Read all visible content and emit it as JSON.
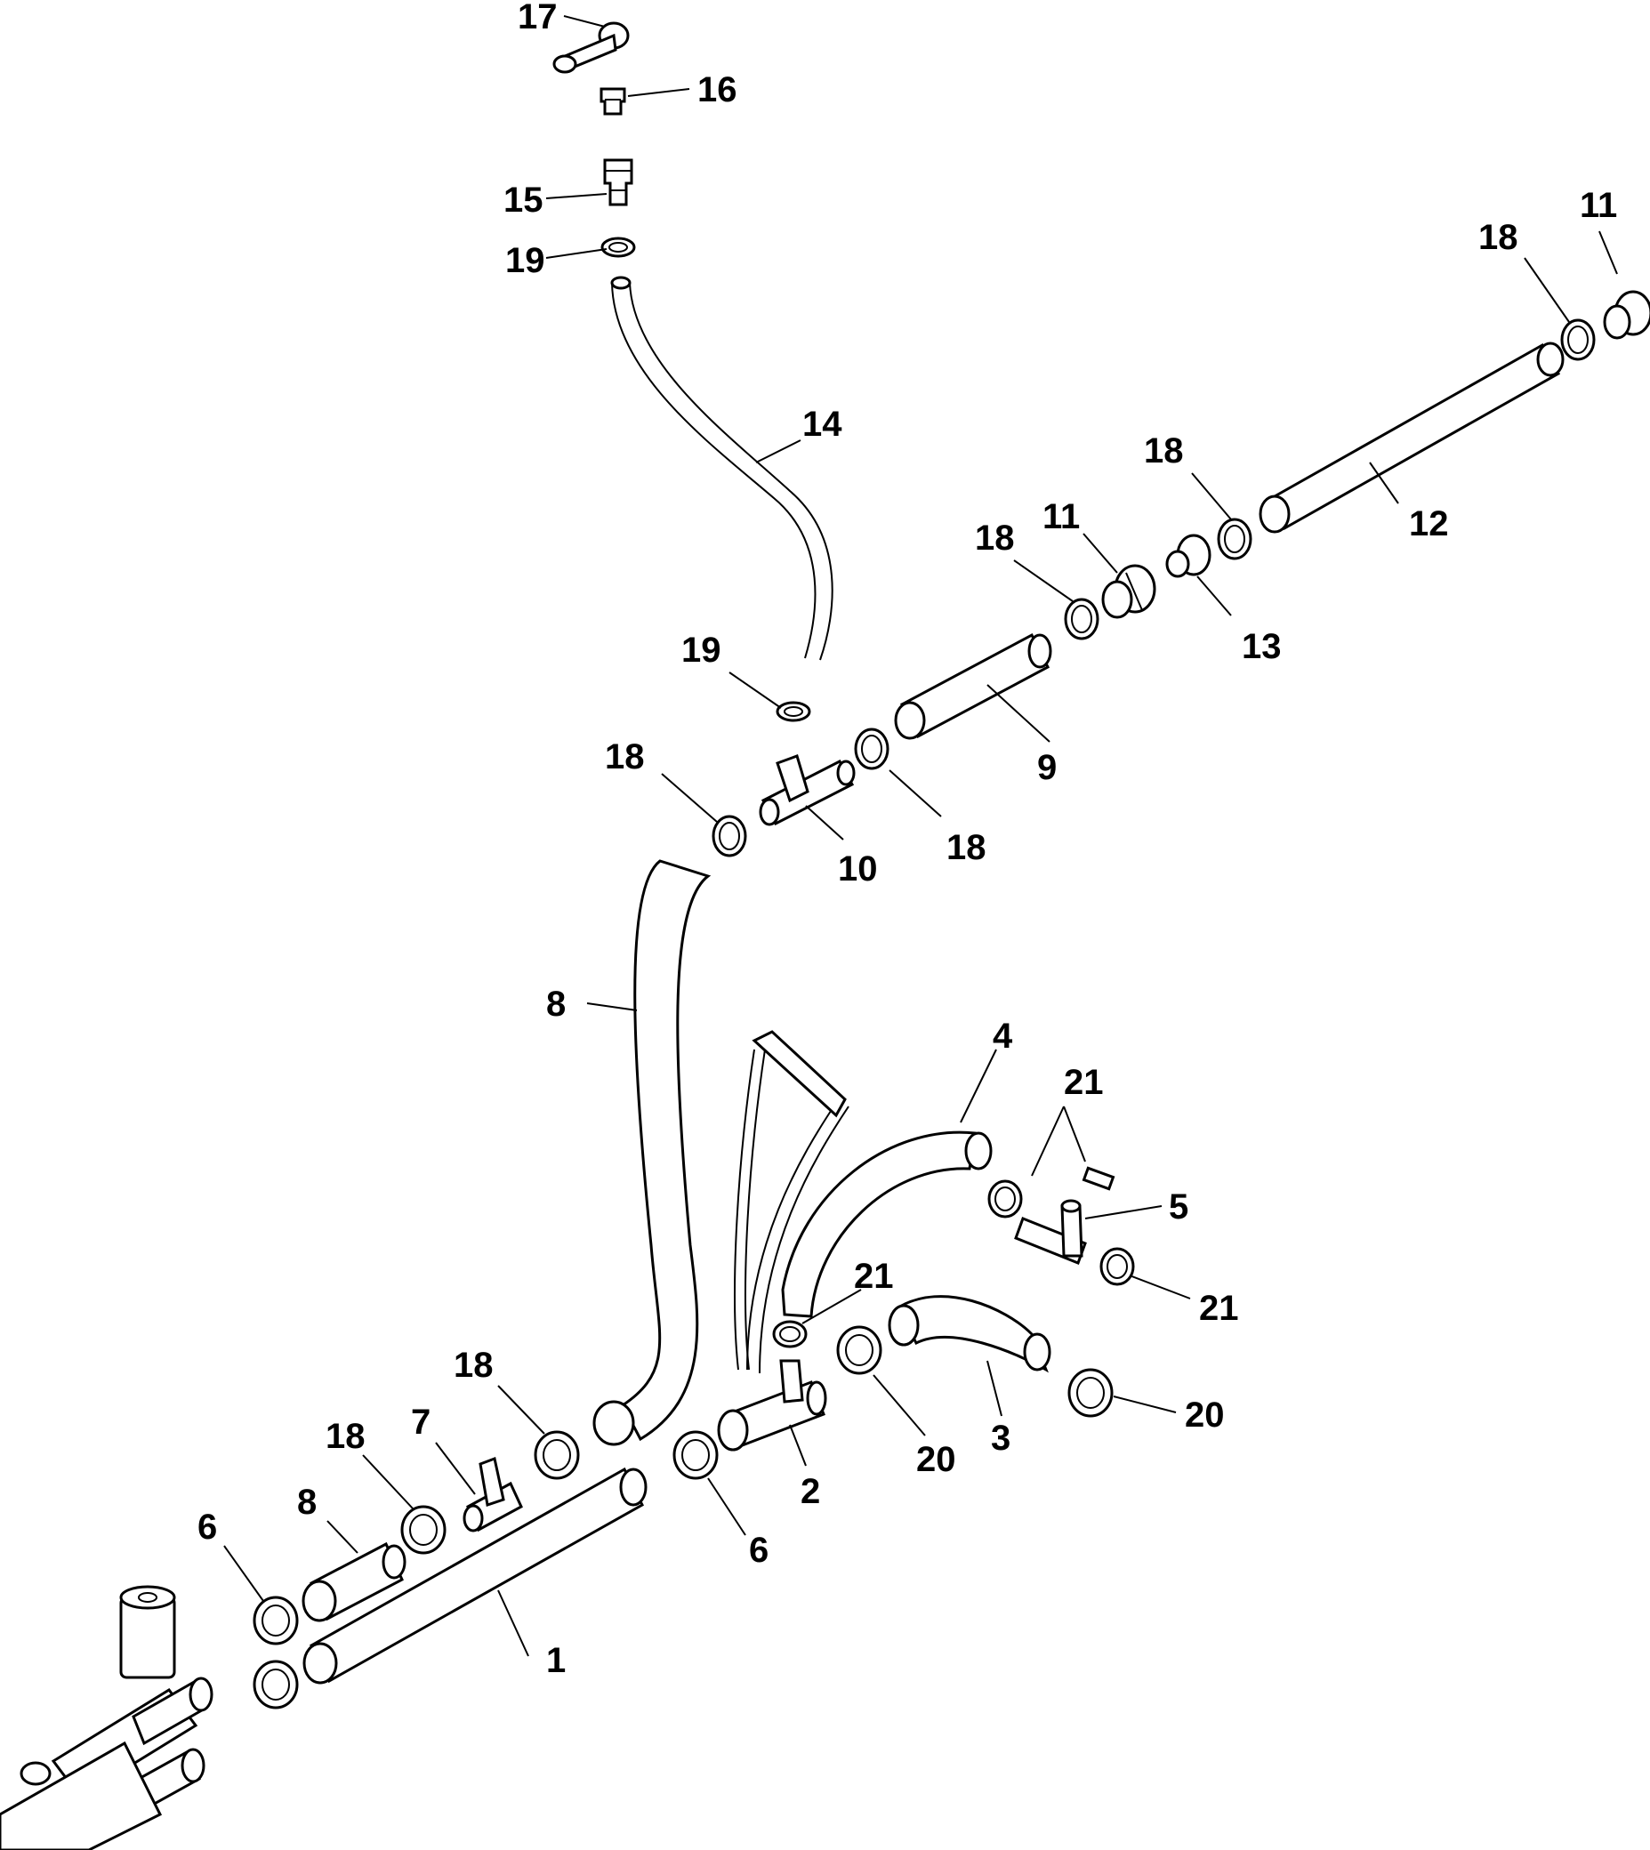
{
  "callouts": [
    "17",
    "16",
    "15",
    "19",
    "14",
    "18",
    "11",
    "12",
    "18",
    "11",
    "13",
    "18",
    "19",
    "9",
    "18",
    "10",
    "18",
    "8",
    "4",
    "21",
    "5",
    "21",
    "21",
    "18",
    "7",
    "18",
    "8",
    "6",
    "1",
    "6",
    "2",
    "20",
    "3",
    "20"
  ]
}
